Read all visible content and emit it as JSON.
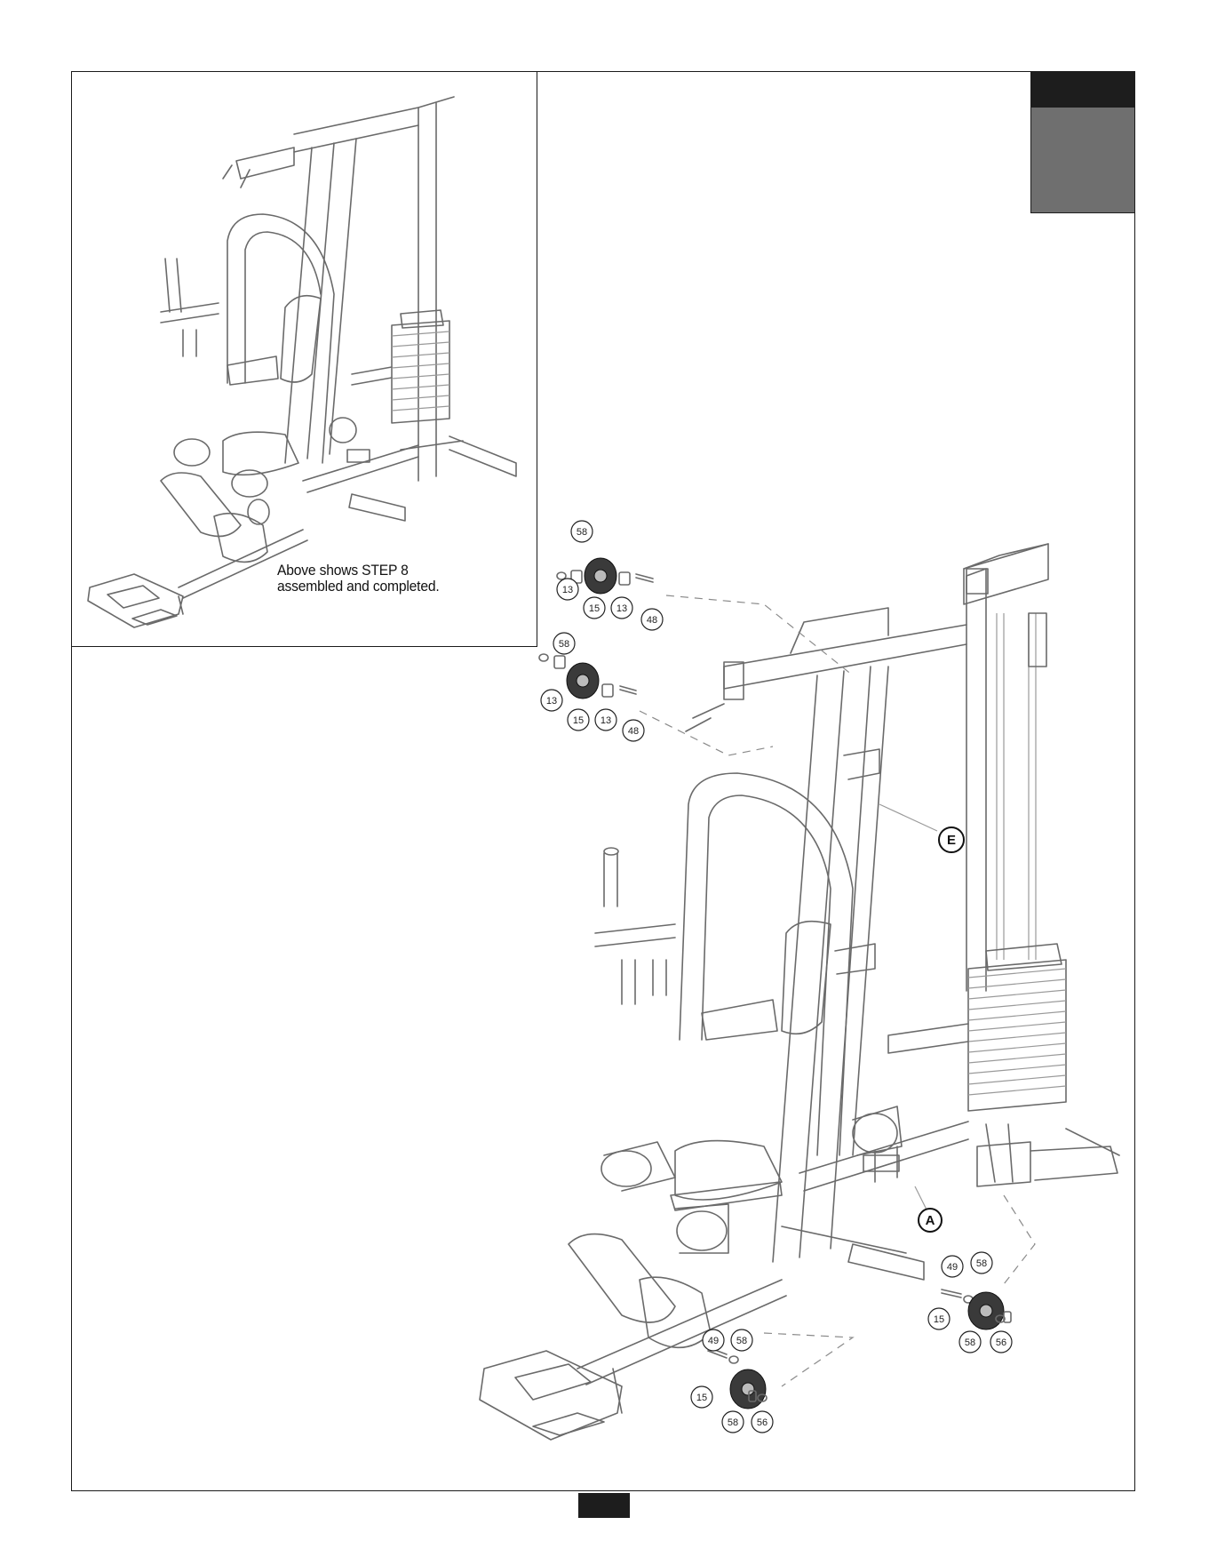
{
  "inset": {
    "caption_line1": "Above shows STEP 8",
    "caption_line2": "assembled and completed."
  },
  "callouts": {
    "p58": "58",
    "p13": "13",
    "p15": "15",
    "p48": "48",
    "p49": "49",
    "p56": "56",
    "frameE": "E",
    "frameA": "A"
  }
}
